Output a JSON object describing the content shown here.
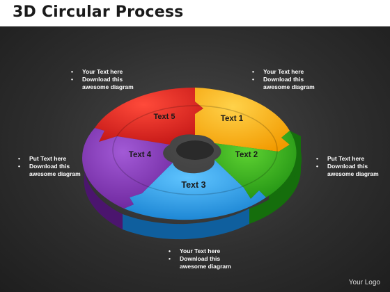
{
  "title": "3D Circular Process",
  "segments": [
    {
      "label": "Text 1",
      "color": "#f7a800"
    },
    {
      "label": "Text 2",
      "color": "#2ea61a"
    },
    {
      "label": "Text 3",
      "color": "#1e8fd8"
    },
    {
      "label": "Text 4",
      "color": "#7a2fb0"
    },
    {
      "label": "Text 5",
      "color": "#d81f1f"
    }
  ],
  "notes": {
    "top_left": {
      "b1": "Your Text here",
      "b2a": "Download this",
      "b2b": "awesome diagram"
    },
    "top_right": {
      "b1": "Your Text here",
      "b2a": "Download this",
      "b2b": "awesome diagram"
    },
    "left": {
      "b1": "Put Text here",
      "b2a": "Download this",
      "b2b": "awesome diagram"
    },
    "right": {
      "b1": "Put Text here",
      "b2a": "Download this",
      "b2b": "awesome diagram"
    },
    "bottom": {
      "b1": "Your Text here",
      "b2a": "Download this",
      "b2b": "awesome diagram"
    }
  },
  "logo": "Your Logo"
}
